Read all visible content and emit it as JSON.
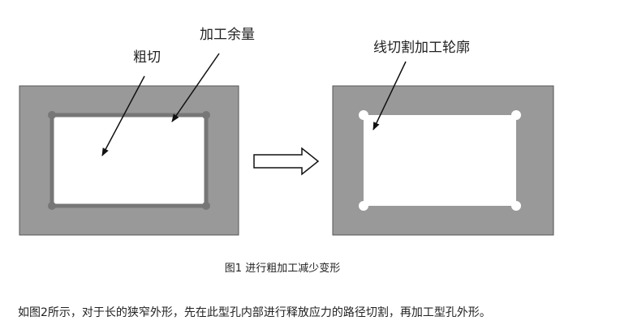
{
  "figure": {
    "left_panel": {
      "label_rough_cut": "粗切",
      "label_allowance": "加工余量"
    },
    "right_panel": {
      "label_contour": "线切割加工轮廓"
    },
    "colors": {
      "plate": "#999999",
      "plate_border": "#555555",
      "cut_path": "#777777",
      "hole": "#ffffff"
    },
    "caption": "图1  进行粗加工减少变形"
  },
  "body_text": "如图2所示，对于长的狭窄外形，先在此型孔内部进行释放应力的路径切割，再加工型孔外形。"
}
